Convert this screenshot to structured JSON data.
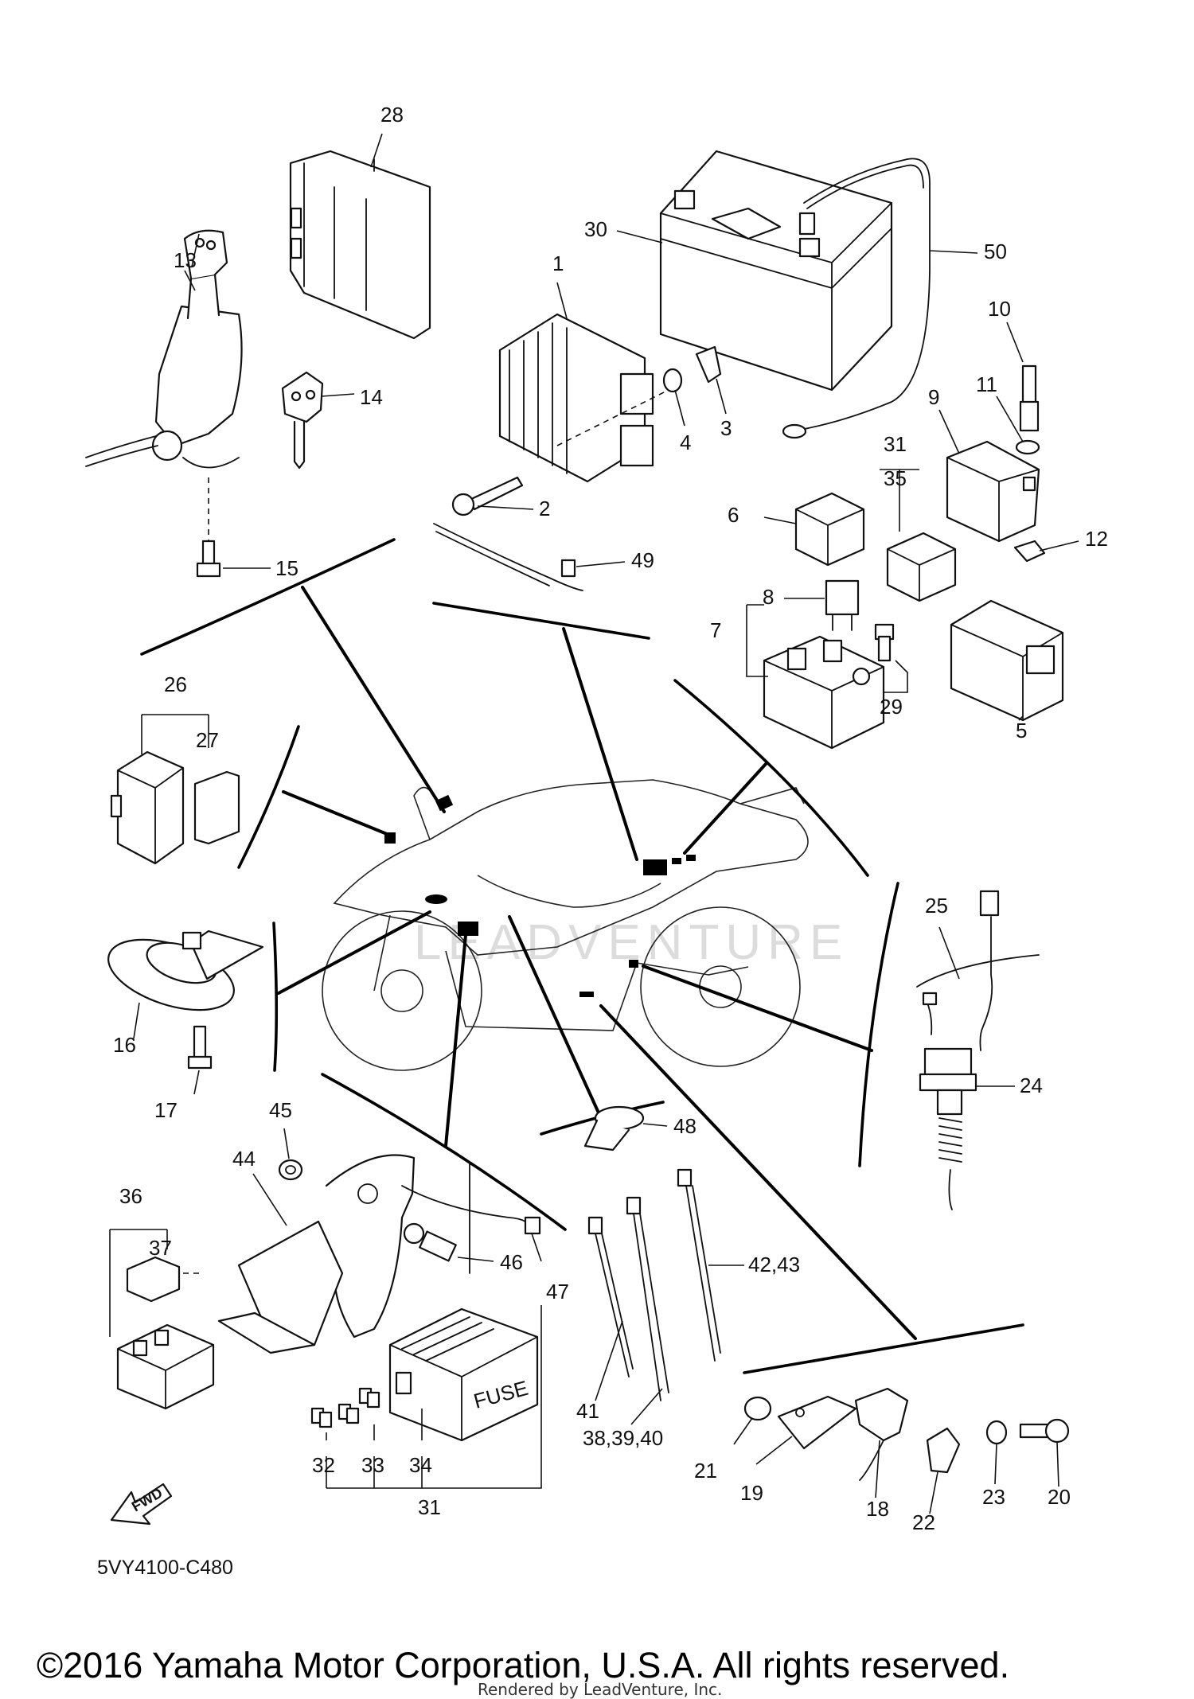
{
  "diagram_code": "5VY4100-C480",
  "copyright": "©2016 Yamaha Motor Corporation, U.S.A. All rights reserved.",
  "rendered_by": "Rendered by LeadVenture, Inc.",
  "watermark": "LEADVENTURE",
  "fuse_label": "FUSE",
  "fwd_label": "FWD",
  "callouts": {
    "p1": "1",
    "p2": "2",
    "p3": "3",
    "p4": "4",
    "p5": "5",
    "p6": "6",
    "p7": "7",
    "p8": "8",
    "p9": "9",
    "p10": "10",
    "p11": "11",
    "p12": "12",
    "p13": "13",
    "p14": "14",
    "p15": "15",
    "p16": "16",
    "p17": "17",
    "p18": "18",
    "p19": "19",
    "p20": "20",
    "p21": "21",
    "p22": "22",
    "p23": "23",
    "p24": "24",
    "p25": "25",
    "p26": "26",
    "p27": "27",
    "p28": "28",
    "p29": "29",
    "p30": "30",
    "p31a": "31",
    "p31b": "31",
    "p32": "32",
    "p33": "33",
    "p34": "34",
    "p35": "35",
    "p36": "36",
    "p37": "37",
    "p38": "38,39,40",
    "p41": "41",
    "p42": "42,43",
    "p44": "44",
    "p45": "45",
    "p46": "46",
    "p47": "47",
    "p48": "48",
    "p49": "49",
    "p50": "50"
  }
}
